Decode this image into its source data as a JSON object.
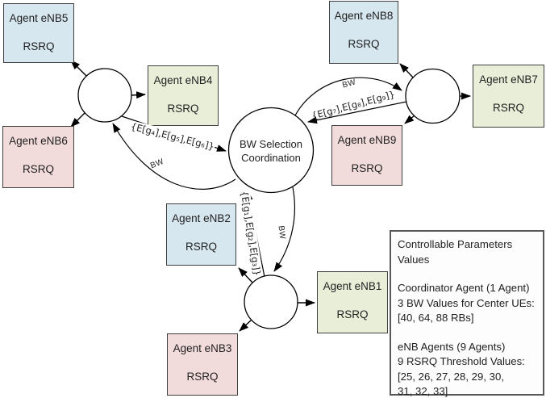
{
  "coordinator": {
    "line1": "BW Selection",
    "line2": "Coordination"
  },
  "agents": {
    "enb5": {
      "title": "Agent eNB5",
      "metric": "RSRQ",
      "color": "#d6e7ef"
    },
    "enb6": {
      "title": "Agent eNB6",
      "metric": "RSRQ",
      "color": "#f2dcdb"
    },
    "enb4": {
      "title": "Agent eNB4",
      "metric": "RSRQ",
      "color": "#e9eed9"
    },
    "enb8": {
      "title": "Agent eNB8",
      "metric": "RSRQ",
      "color": "#d6e7ef"
    },
    "enb7": {
      "title": "Agent eNB7",
      "metric": "RSRQ",
      "color": "#e9eed9"
    },
    "enb9": {
      "title": "Agent eNB9",
      "metric": "RSRQ",
      "color": "#f2dcdb"
    },
    "enb2": {
      "title": "Agent eNB2",
      "metric": "RSRQ",
      "color": "#d6e7ef"
    },
    "enb1": {
      "title": "Agent eNB1",
      "metric": "RSRQ",
      "color": "#e9eed9"
    },
    "enb3": {
      "title": "Agent eNB3",
      "metric": "RSRQ",
      "color": "#f2dcdb"
    }
  },
  "edge_labels": {
    "gains_left": "{E[g₄],E[g₅],E[g₆]}",
    "gains_right": "{E[g₇],E[g₈],E[g₉]}",
    "gains_bottom": "{E[g₁],E[g₂],E[g₃]}",
    "bw": "BW"
  },
  "parameters_panel": {
    "title": [
      "Controllable Parameters",
      "Values"
    ],
    "coordinator_section": [
      "Coordinator Agent (1 Agent)",
      "3 BW Values for Center UEs:",
      "[40, 64, 88 RBs]"
    ],
    "enb_section": [
      "eNB Agents (9 Agents)",
      "9 RSRQ Threshold Values:",
      "[25, 26, 27, 28, 29, 30,",
      "31, 32, 33]"
    ]
  },
  "colors": {
    "agent_blue": "#d6e7ef",
    "agent_green": "#e9eed9",
    "agent_pink": "#f2dcdb",
    "box_border": "#3f3f3f",
    "panel_border": "#595959",
    "line": "#000000",
    "text": "#1f1f1f"
  }
}
